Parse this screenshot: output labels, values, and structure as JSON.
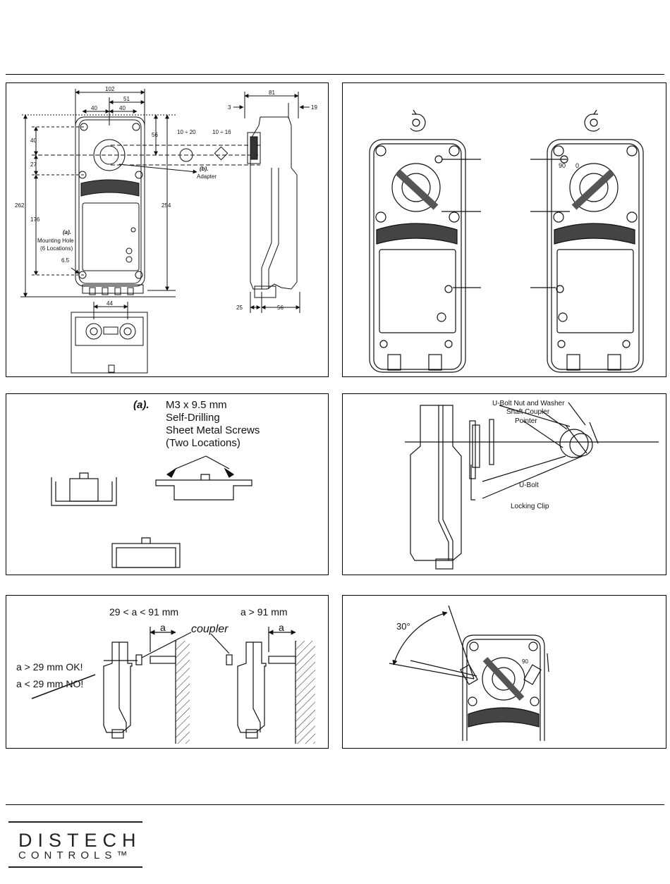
{
  "panel1": {
    "dims": {
      "d102": "102",
      "d51": "51",
      "d40a": "40",
      "d40b": "40",
      "d81": "81",
      "d3": "3",
      "d19": "19",
      "d40v": "40",
      "d27": "27",
      "d56": "56",
      "d262": "262",
      "d176": "176",
      "d254": "254",
      "d6_5": "6.5",
      "d44": "44",
      "d25": "25",
      "d56b": "56",
      "shaft_round": "10 ÷ 20",
      "shaft_square": "10 ÷ 16"
    },
    "label_a": "(a).",
    "mounting_hole": "Mounting Hole",
    "locations": "(6 Locations)",
    "label_b": "(b).",
    "adapter": "Adapter"
  },
  "panel2": {
    "scale_right": "90",
    "scale_right_zero": "0"
  },
  "panel3": {
    "label_a": "(a).",
    "line1": "M3 x 9.5 mm",
    "line2": "Self-Drilling",
    "line3": "Sheet Metal Screws",
    "line4": "(Two Locations)"
  },
  "panel4": {
    "ubolt_nut": "U-Bolt Nut and Washer",
    "shaft_coupler": "Shaft Coupler",
    "pointer": "Pointer",
    "ubolt": "U-Bolt",
    "locking_clip": "Locking Clip"
  },
  "panel5": {
    "range_left": "29 < a < 91 mm",
    "range_right": "a > 91 mm",
    "a_left": "a",
    "a_right": "a",
    "coupler": "coupler",
    "ok": "a > 29 mm OK!",
    "no": "a < 29 mm NO!"
  },
  "panel6": {
    "angle": "30°",
    "scale": "90"
  },
  "logo": {
    "line1": "DISTECH",
    "line2": "CONTROLS™"
  }
}
